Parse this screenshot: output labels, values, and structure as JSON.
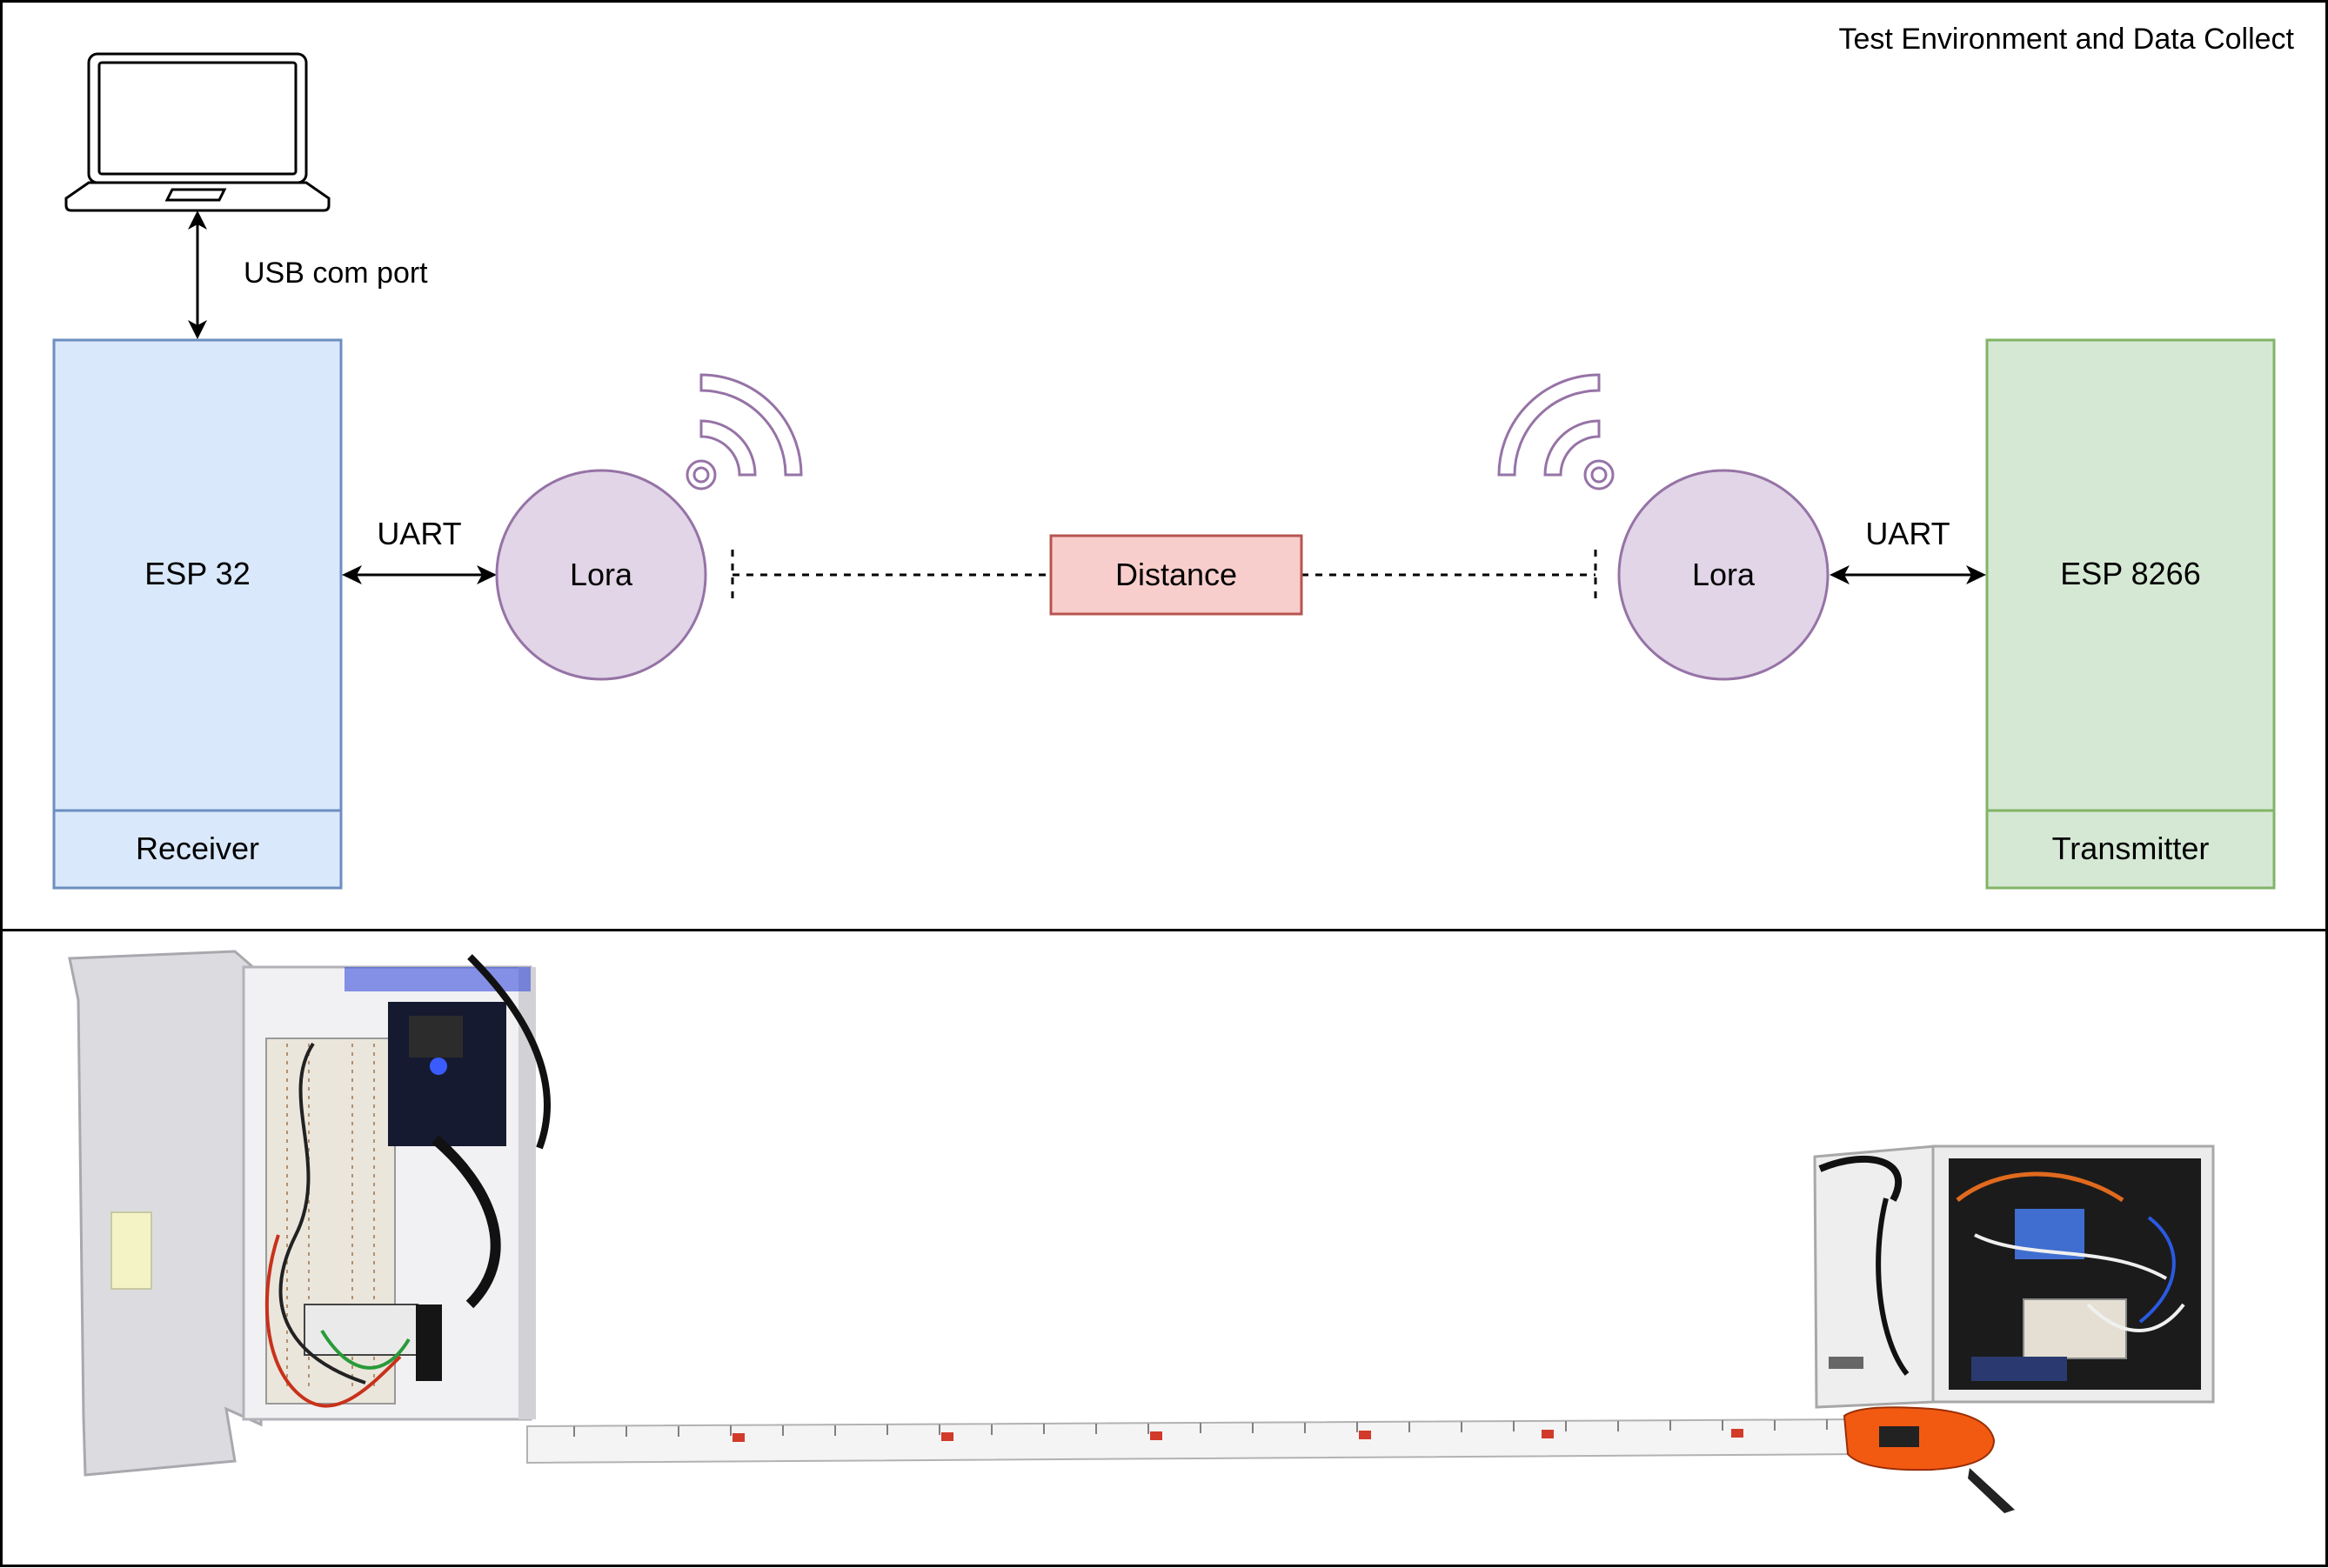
{
  "diagram": {
    "title": "Test Environment and Data Collect",
    "usb_label": "USB com port",
    "receiver": {
      "board": "ESP 32",
      "role": "Receiver",
      "fill": "#dae8fc",
      "stroke": "#6c8ebf"
    },
    "transmitter": {
      "board": "ESP 8266",
      "role": "Transmitter",
      "fill": "#d5e8d4",
      "stroke": "#82b366"
    },
    "uart_left": "UART",
    "uart_right": "UART",
    "lora_left": "Lora",
    "lora_right": "Lora",
    "lora_style": {
      "fill": "#e1d5e7",
      "stroke": "#9673a6"
    },
    "distance": {
      "label": "Distance",
      "fill": "#f8cecc",
      "stroke": "#b85450"
    },
    "icons": {
      "computer": "laptop-icon",
      "signal": "wifi-signal-icon"
    }
  },
  "photo": {
    "icons": {
      "receiver_box": "receiver-box-photo",
      "transmitter_box": "transmitter-box-photo",
      "tape": "measuring-tape-photo"
    }
  }
}
